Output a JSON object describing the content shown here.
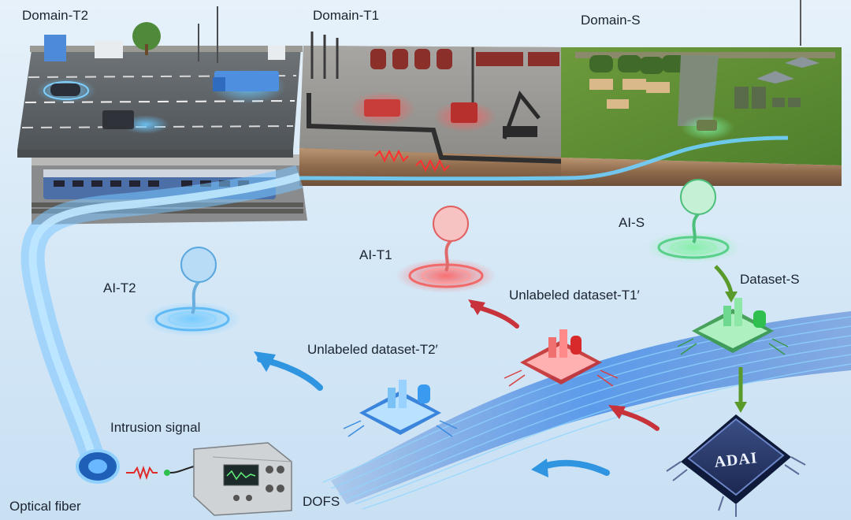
{
  "domains": {
    "t2": "Domain-T2",
    "t1": "Domain-T1",
    "s": "Domain-S"
  },
  "ai": {
    "t2": "AI-T2",
    "t1": "AI-T1",
    "s": "AI-S"
  },
  "datasets": {
    "s": "Dataset-S",
    "t1": "Unlabeled dataset-T1′",
    "t2": "Unlabeled dataset-T2′"
  },
  "signal": "Intrusion signal",
  "fiber": "Optical fiber",
  "device": "DOFS",
  "chip": "ADAI",
  "colors": {
    "target2": "#3aa6f0",
    "target1": "#e8464a",
    "source": "#3cc86a",
    "fiber": "#4fb6f2",
    "arrow_blue": "#2f95e0",
    "arrow_red": "#c8323a",
    "arrow_green": "#5a9a2a"
  }
}
